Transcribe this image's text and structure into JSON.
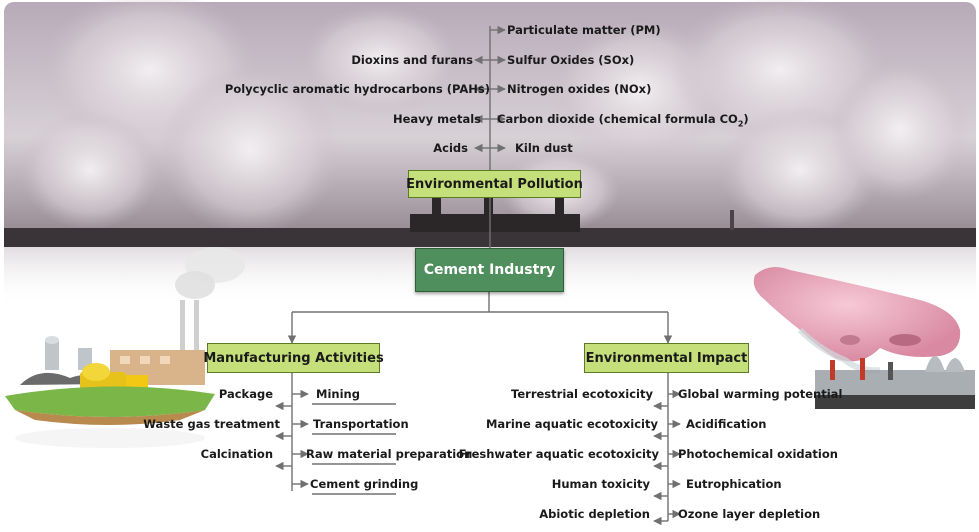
{
  "center": {
    "label": "Cement Industry"
  },
  "pollution": {
    "label": "Environmental Pollution",
    "left_items": [
      "Dioxins and furans",
      "Polycyclic aromatic hydrocarbons (PAHs)",
      "Heavy metals",
      "Acids"
    ],
    "right_items": [
      "Particulate matter (PM)",
      "Sulfur Oxides (SOx)",
      "Nitrogen oxides (NOx)",
      "Carbon dioxide (chemical formula CO",
      "Kiln dust"
    ],
    "co2_sub": "2",
    "co2_close": ")"
  },
  "manufacturing": {
    "label": "Manufacturing Activities",
    "left_items": [
      "Package",
      "Waste gas treatment",
      "Calcination"
    ],
    "right_items": [
      "Mining",
      "Transportation",
      "Raw material preparation",
      "Cement grinding"
    ]
  },
  "impact": {
    "label": "Environmental Impact",
    "left_items": [
      "Terrestrial ecotoxicity",
      "Marine aquatic ecotoxicity",
      "Freshwater aquatic ecotoxicity",
      "Human toxicity",
      "Abiotic depletion"
    ],
    "right_items": [
      "Global warming potential",
      "Acidification",
      "Photochemical oxidation",
      "Eutrophication",
      "Ozone layer depletion"
    ]
  },
  "colors": {
    "box_green": "#c5e07a",
    "box_dark": "#4f8e5d",
    "line": "#707070",
    "sky": "#cfc9d0",
    "ground": "#2a2a2a"
  },
  "icons": [
    "smoke-sky-banner",
    "cement-plant-island",
    "nose-smoke"
  ]
}
